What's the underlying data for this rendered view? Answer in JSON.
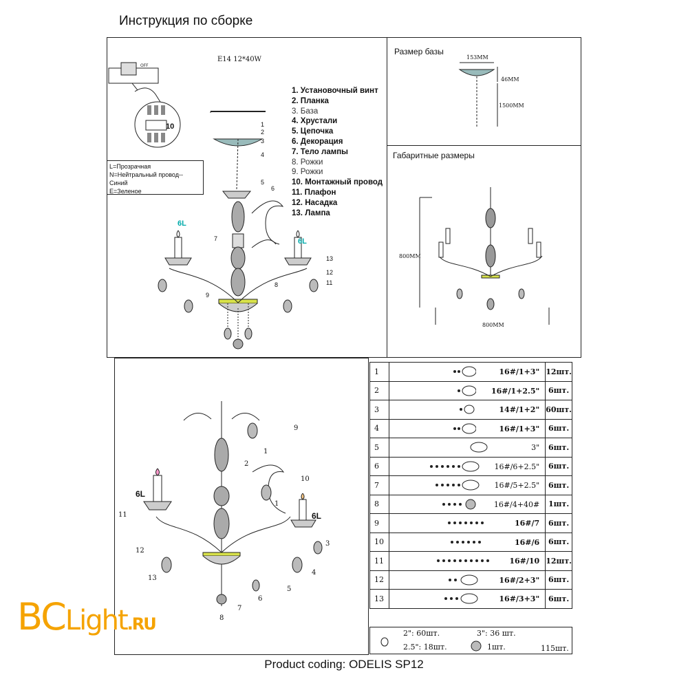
{
  "page": {
    "title": "Инструкция по сборке"
  },
  "top_diagram": {
    "lamp_spec": "E14   12*40W",
    "wiring_note": {
      "line1": "L=Прозрачная",
      "line2": "N=Нейтральный провод--Синий",
      "line3": "E=Зеленое"
    },
    "connector_label": "10",
    "side_label_left": "6L",
    "side_label_right": "6L",
    "legend": [
      {
        "no": "1.",
        "text": "Установочный винт"
      },
      {
        "no": "2.",
        "text": "Планка"
      },
      {
        "no": "3.",
        "text": "База"
      },
      {
        "no": "4.",
        "text": "Хрустали"
      },
      {
        "no": "5.",
        "text": "Цепочка"
      },
      {
        "no": "6.",
        "text": "Декорация"
      },
      {
        "no": "7.",
        "text": "Тело лампы"
      },
      {
        "no": "8.",
        "text": "Рожки"
      },
      {
        "no": "9.",
        "text": "Рожки"
      },
      {
        "no": "10.",
        "text": "Монтажный провод"
      },
      {
        "no": "11.",
        "text": "Плафон"
      },
      {
        "no": "12.",
        "text": "Насадка"
      },
      {
        "no": "13.",
        "text": "Лампа"
      }
    ],
    "callouts": [
      "1",
      "2",
      "3",
      "4",
      "5",
      "6",
      "7",
      "8",
      "9",
      "11",
      "12",
      "13"
    ]
  },
  "base_size": {
    "title": "Размер базы",
    "width": "153MM",
    "height": "46MM",
    "chain": "1500MM"
  },
  "overall_size": {
    "title": "Габаритные размеры",
    "height": "800MM",
    "width": "800MM"
  },
  "assembly": {
    "label_left": "6L",
    "label_right": "6L",
    "callouts": [
      "9",
      "1",
      "2",
      "10",
      "1",
      "11",
      "12",
      "3",
      "13",
      "4",
      "5",
      "6",
      "7",
      "8"
    ]
  },
  "parts_table": [
    {
      "no": "1",
      "code": "16#/1+3\"",
      "qty": "12шт."
    },
    {
      "no": "2",
      "code": "16#/1+2.5\"",
      "qty": "6шт."
    },
    {
      "no": "3",
      "code": "14#/1+2\"",
      "qty": "60шт."
    },
    {
      "no": "4",
      "code": "16#/1+3\"",
      "qty": "6шт."
    },
    {
      "no": "5",
      "code": "3\"",
      "qty": "6шт."
    },
    {
      "no": "6",
      "code": "16#/6+2.5\"",
      "qty": "6шт."
    },
    {
      "no": "7",
      "code": "16#/5+2.5\"",
      "qty": "6шт."
    },
    {
      "no": "8",
      "code": "16#/4+40#",
      "qty": "1шт."
    },
    {
      "no": "9",
      "code": "16#/7",
      "qty": "6шт."
    },
    {
      "no": "10",
      "code": "16#/6",
      "qty": "6шт."
    },
    {
      "no": "11",
      "code": "16#/10",
      "qty": "12шт."
    },
    {
      "no": "12",
      "code": "16#/2+3\"",
      "qty": "6шт."
    },
    {
      "no": "13",
      "code": "16#/3+3\"",
      "qty": "6шт."
    }
  ],
  "summary": {
    "s2": "2\": 60шт.",
    "s3": "3\": 36 шт.",
    "s25": "2.5\": 18шт.",
    "sball": "1шт.",
    "total": "115шт."
  },
  "footer": "Product coding: ODELIS SP12",
  "logo": {
    "text_bc": "BC",
    "text_light": "Light",
    "text_ru": ".RU",
    "color": "#f5a300"
  }
}
